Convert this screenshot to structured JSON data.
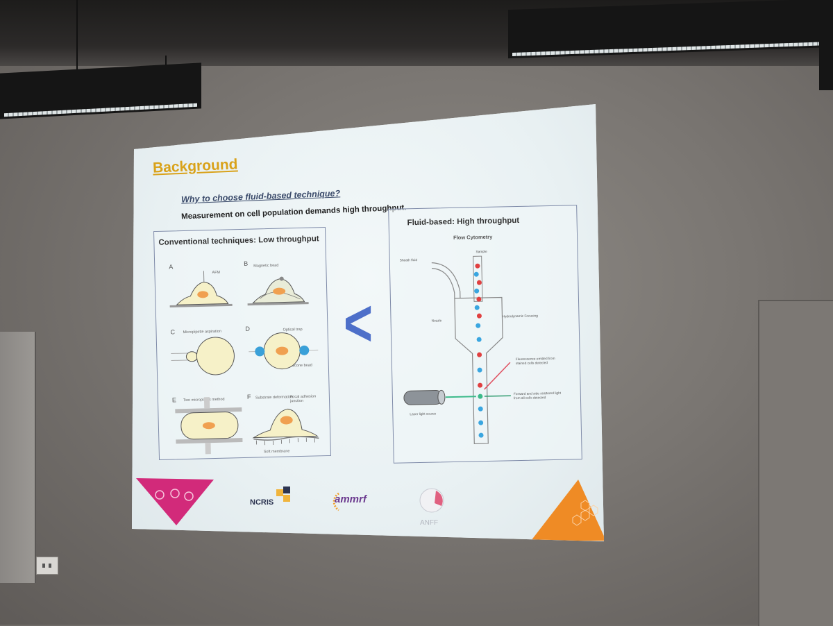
{
  "scene": {
    "description_colors": {
      "wall": "#7a7672",
      "slide_bg": "#eef4f6",
      "title": "#d9a21a",
      "arrow": "#4d6fc9"
    }
  },
  "slide": {
    "title": "Background",
    "subtitle": "Why to choose fluid-based technique?",
    "subline": "Measurement on cell population demands high throughput.",
    "left_box": {
      "title": "Conventional techniques: Low throughput",
      "panels": [
        {
          "letter": "A",
          "label": "AFM"
        },
        {
          "letter": "B",
          "label": "Magnetic bead"
        },
        {
          "letter": "C",
          "label": "Micropipette aspiration"
        },
        {
          "letter": "D",
          "label": "Optical trap",
          "extra": "Silicone bead"
        },
        {
          "letter": "E",
          "label": "Two microplates method"
        },
        {
          "letter": "F",
          "label": "Substrate deformation",
          "extra": "Focal adhesion junction",
          "bottom": "Soft membrane"
        }
      ]
    },
    "comparator": "<",
    "right_box": {
      "title": "Fluid-based: High throughput",
      "diagram_title": "Flow Cytometry",
      "labels": {
        "sheath": "Sheath fluid",
        "sample": "Sample",
        "nozzle": "Nozzle",
        "focusing": "Hydrodynamic Focusing",
        "fluorescence": "Fluorescence emitted from stained cells detected",
        "scatter": "Forward and side scattered light from all cells detected",
        "laser": "Laser light source"
      }
    },
    "logos": {
      "ncris": "NCRIS",
      "ammrf": "ammrf",
      "anff": "ANFF"
    }
  }
}
